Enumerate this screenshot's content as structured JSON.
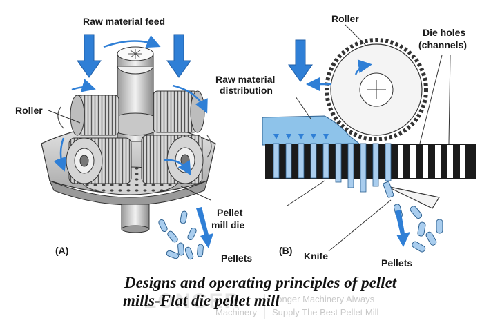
{
  "diagram": {
    "panel_a": {
      "id_label": "(A)",
      "labels": {
        "raw_material_feed": "Raw material feed",
        "roller": "Roller",
        "pellet_mill_die_line1": "Pellet",
        "pellet_mill_die_line2": "mill die",
        "pellets": "Pellets"
      }
    },
    "panel_b": {
      "id_label": "(B)",
      "labels": {
        "roller": "Roller",
        "die_holes_line1": "Die holes",
        "die_holes_line2": "(channels)",
        "raw_material_distribution_line1": "Raw material",
        "raw_material_distribution_line2": "distribution",
        "knife": "Knife",
        "pellets": "Pellets"
      }
    },
    "caption": {
      "line1": "Designs and operating principles of pellet",
      "line2": "mills-Flat die pellet mill"
    },
    "watermark": {
      "logo": "LONGER",
      "line1": "Longer Machinery Always",
      "line2a": "Machinery",
      "line2b": "Supply The Best Pellet Mill"
    },
    "colors": {
      "arrow_blue": "#2f7fd6",
      "material_blue": "#8ec3ea",
      "pellet_blue": "#a9cdee",
      "die_black": "#1b1b1b",
      "roller_gray": "#cfcfcf"
    }
  }
}
